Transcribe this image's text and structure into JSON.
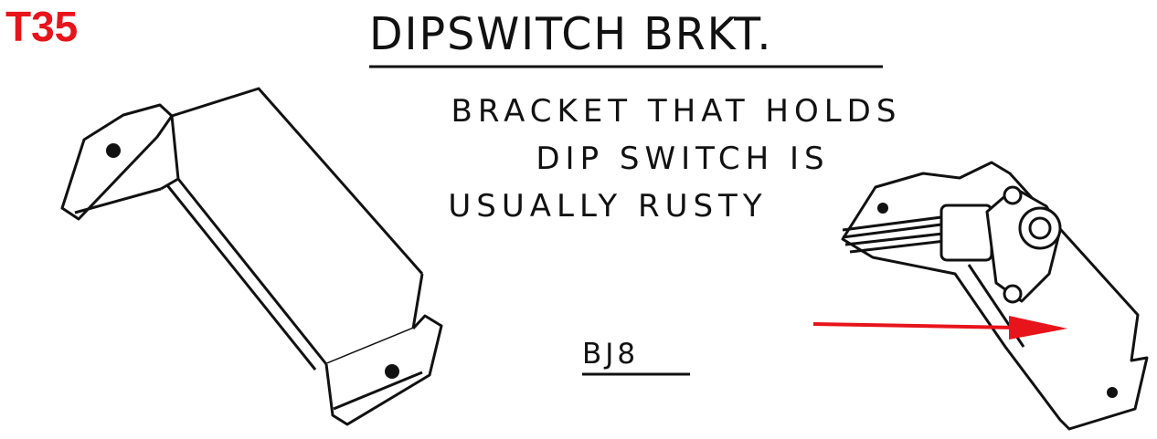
{
  "part_code": "T35",
  "title": "DIPSWITCH BRKT.",
  "description": [
    "BRACKET THAT HOLDS",
    "DIP SWITCH IS",
    "USUALLY RUSTY"
  ],
  "part_number": "BJ8",
  "colors": {
    "ink": "#111111",
    "highlight": "#e8141b",
    "background": "#ffffff"
  }
}
